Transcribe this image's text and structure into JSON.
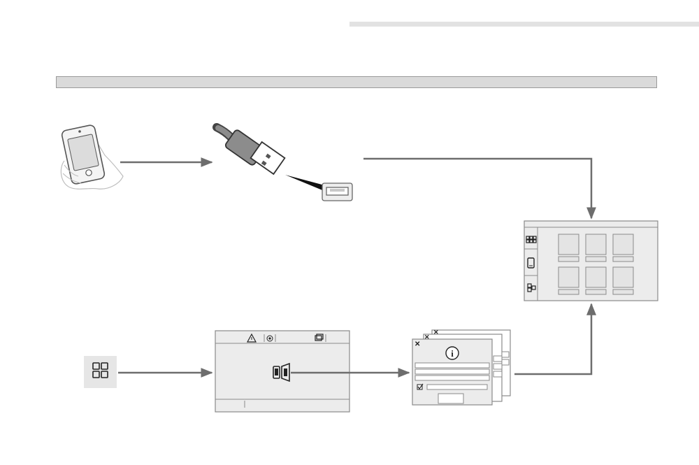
{
  "diagram": {
    "header_bar_text": "",
    "steps": [
      {
        "id": "phone",
        "icon": "smartphone-in-hand-icon"
      },
      {
        "id": "usb",
        "icon": "usb-cable-plug-icon"
      },
      {
        "id": "usb-port",
        "icon": "usb-port-icon"
      },
      {
        "id": "home-screen",
        "icon": "app-grid-screen-icon"
      },
      {
        "id": "apps-button",
        "icon": "grid-apps-icon"
      },
      {
        "id": "connect-screen",
        "icon": "mirror-screen-icon"
      },
      {
        "id": "dialogs",
        "icon": "info-dialog-stack-icon"
      }
    ],
    "colors": {
      "arrow": "#6d6d6d",
      "panel": "#ececec",
      "stroke": "#8a8a8a",
      "header": "#dadada"
    }
  }
}
